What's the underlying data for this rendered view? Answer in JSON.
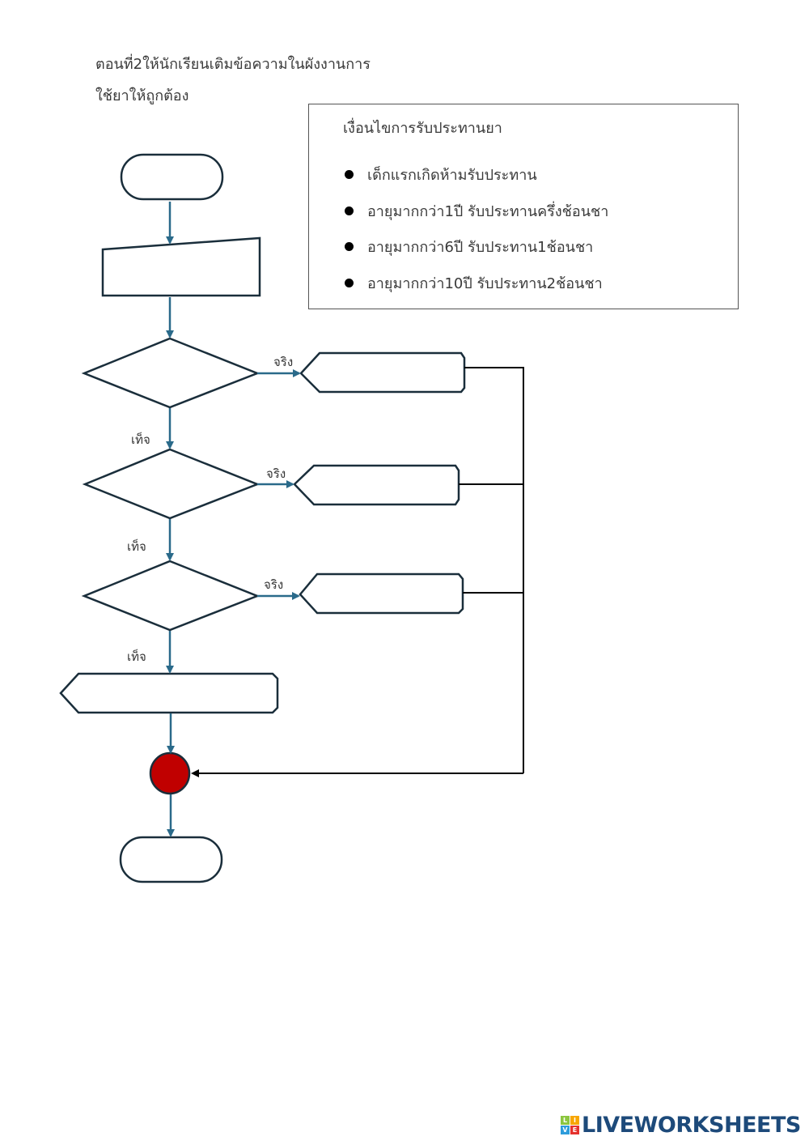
{
  "instructions": {
    "line1": "ตอนที่2ให้นักเรียนเติมข้อความในผังงานการ",
    "line2": "ใช้ยาให้ถูกต้อง"
  },
  "conditions": {
    "title": "เงื่อนไขการรับประทานยา",
    "items": [
      "เด็กแรกเกิดห้ามรับประทาน",
      "อายุมากกว่า1ปี รับประทานครึ่งช้อนชา",
      "อายุมากกว่า6ปี รับประทาน1ช้อนชา",
      "อายุมากกว่า10ปี รับประทาน2ช้อนชา"
    ]
  },
  "flowchart": {
    "true_label": "จริง",
    "false_label": "เท็จ",
    "colors": {
      "shape_stroke": "#1a2e3b",
      "arrow": "#2a6a8a",
      "connector_fill": "#c00000",
      "return_line": "#000000"
    }
  },
  "branding": {
    "logo_text": "LIVEWORKSHEETS",
    "tiles": [
      "L",
      "I",
      "V",
      "E"
    ],
    "tile_colors": [
      "#8cc63f",
      "#f7a600",
      "#2d9cdb",
      "#e5322d"
    ]
  }
}
